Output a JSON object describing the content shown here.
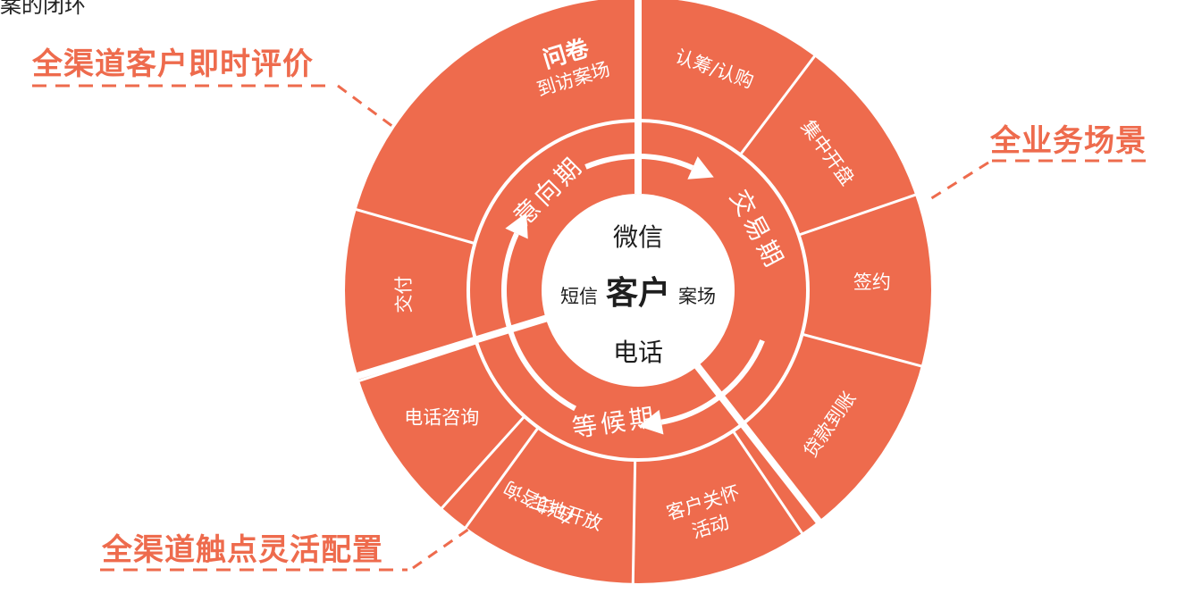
{
  "top_cut_text": "案的闭环",
  "callouts": {
    "left_top": "全渠道客户即时评价",
    "right": "全业务场景",
    "left_bottom": "全渠道触点灵活配置"
  },
  "center": {
    "title": "客户",
    "channels": {
      "top": "微信",
      "left": "短信",
      "right": "案场",
      "bottom": "电话"
    }
  },
  "phases": {
    "intent": "意向期",
    "trade": "交易期",
    "wait": "等候期"
  },
  "outer_segments": [
    {
      "line1": "问卷",
      "line2": "到访案场"
    },
    {
      "line1": "认筹/认购",
      "line2": ""
    },
    {
      "line1": "集中开盘",
      "line2": ""
    },
    {
      "line1": "签约",
      "line2": ""
    },
    {
      "line1": "贷款到账",
      "line2": ""
    },
    {
      "line1": "客户关怀",
      "line2": "活动"
    },
    {
      "line1": "工地开放",
      "line2": ""
    },
    {
      "line1": "交付",
      "line2": ""
    },
    {
      "line1": "电话咨询",
      "line2": ""
    },
    {
      "line1": "在线咨询",
      "line2": ""
    }
  ],
  "colors": {
    "accent": "#ee6b4d",
    "line": "#ffffff",
    "text_dark": "#1e1e1e",
    "dash": "#ee6b4d"
  }
}
